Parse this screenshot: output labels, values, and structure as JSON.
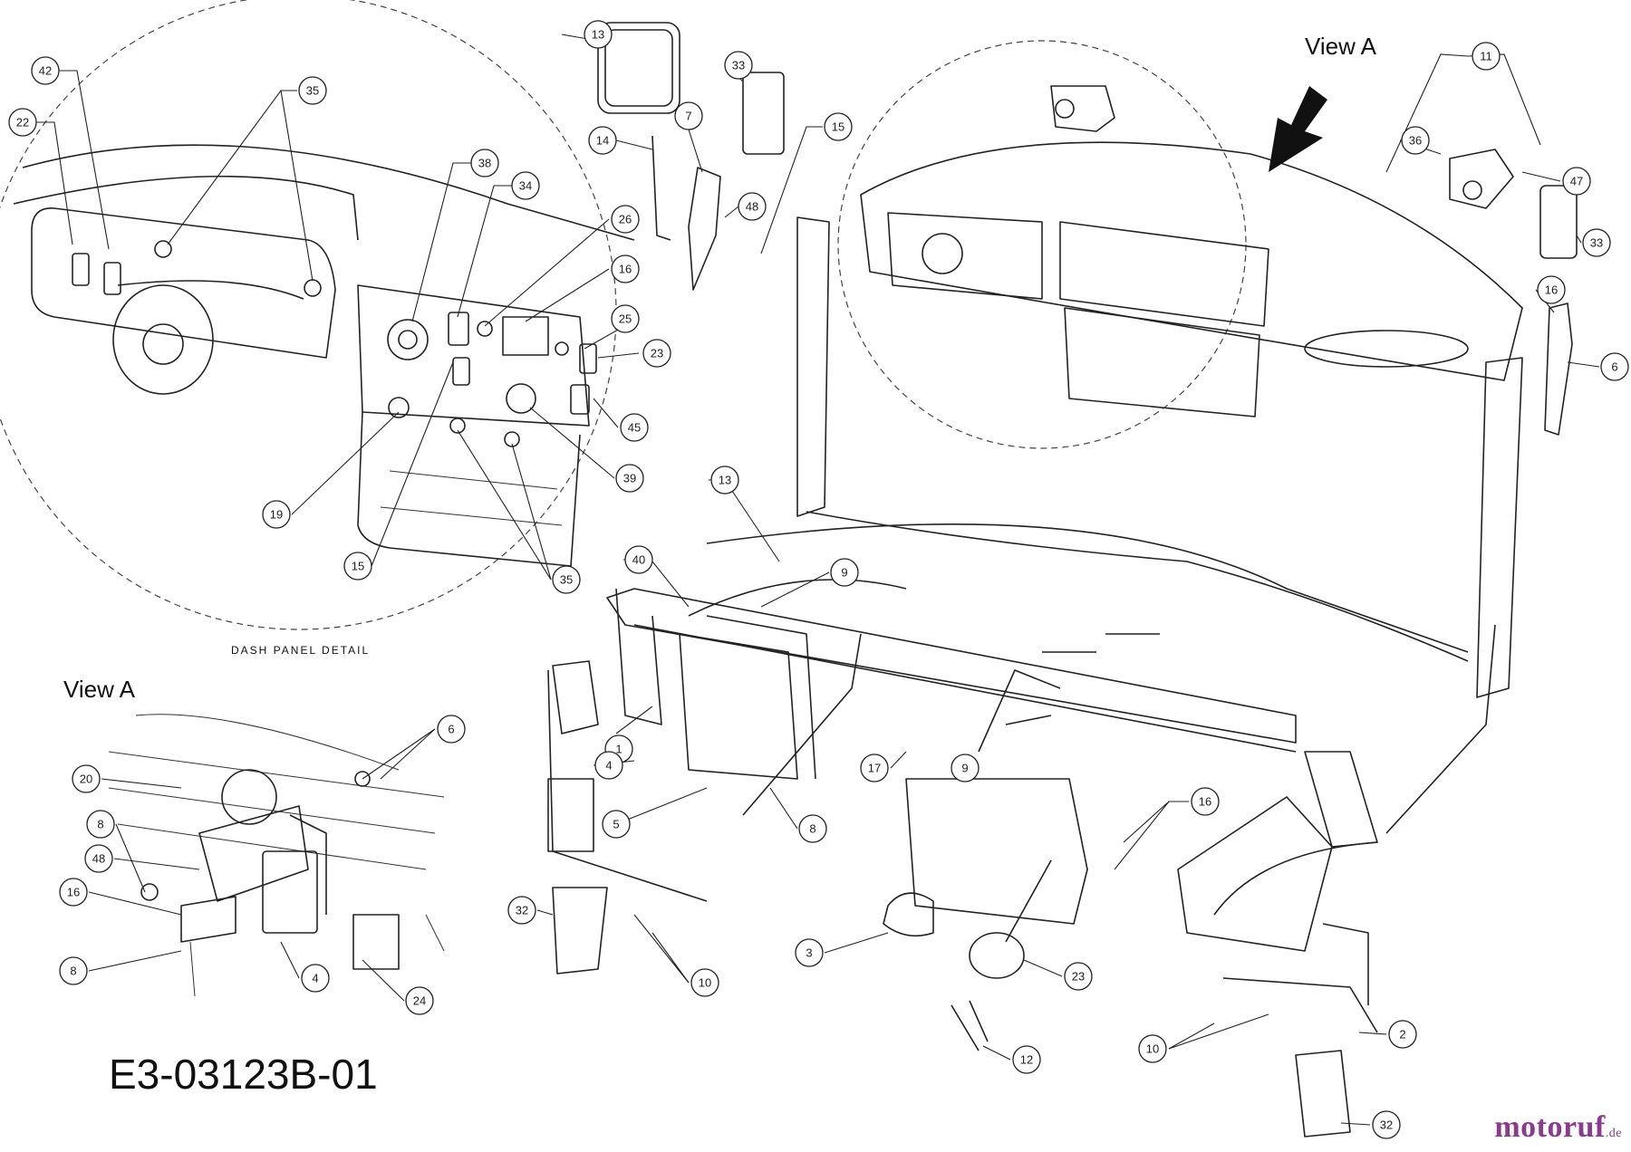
{
  "labels": {
    "view_a_top": "View A",
    "view_a_inset": "View A",
    "detail_caption": "DASH PANEL DETAIL",
    "drawing_number": "E3-03123B-01"
  },
  "brand": {
    "logo_main": "motoruf",
    "logo_tld": ".de"
  },
  "colors": {
    "line": "#222222",
    "logo_purple": "#8a3a8f",
    "logo_gold": "#d4a300"
  },
  "callouts": [
    {
      "n": "42"
    },
    {
      "n": "22"
    },
    {
      "n": "35"
    },
    {
      "n": "38"
    },
    {
      "n": "34"
    },
    {
      "n": "26"
    },
    {
      "n": "16"
    },
    {
      "n": "25"
    },
    {
      "n": "23"
    },
    {
      "n": "45"
    },
    {
      "n": "39"
    },
    {
      "n": "19"
    },
    {
      "n": "15"
    },
    {
      "n": "35"
    },
    {
      "n": "13"
    },
    {
      "n": "33"
    },
    {
      "n": "14"
    },
    {
      "n": "7"
    },
    {
      "n": "48"
    },
    {
      "n": "15"
    },
    {
      "n": "13"
    },
    {
      "n": "40"
    },
    {
      "n": "9"
    },
    {
      "n": "1"
    },
    {
      "n": "4"
    },
    {
      "n": "5"
    },
    {
      "n": "8"
    },
    {
      "n": "32"
    },
    {
      "n": "10"
    },
    {
      "n": "11"
    },
    {
      "n": "36"
    },
    {
      "n": "47"
    },
    {
      "n": "33"
    },
    {
      "n": "16"
    },
    {
      "n": "6"
    },
    {
      "n": "17"
    },
    {
      "n": "9"
    },
    {
      "n": "16"
    },
    {
      "n": "3"
    },
    {
      "n": "23"
    },
    {
      "n": "12"
    },
    {
      "n": "10"
    },
    {
      "n": "2"
    },
    {
      "n": "32"
    },
    {
      "n": "6"
    },
    {
      "n": "20"
    },
    {
      "n": "8"
    },
    {
      "n": "48"
    },
    {
      "n": "16"
    },
    {
      "n": "8"
    },
    {
      "n": "4"
    },
    {
      "n": "24"
    }
  ]
}
